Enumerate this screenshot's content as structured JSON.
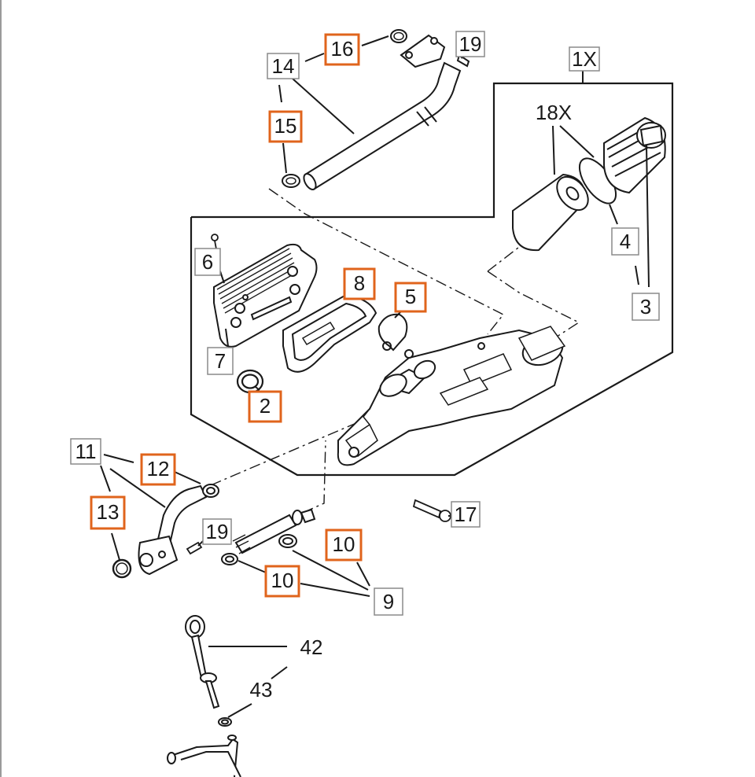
{
  "colors": {
    "line": "#1a1a1a",
    "label_box": "#8a8a8a",
    "highlight": "#e0641c",
    "background": "#ffffff"
  },
  "callouts": {
    "c1x": "1X",
    "c18x": "18X",
    "c2": "2",
    "c3": "3",
    "c4": "4",
    "c5": "5",
    "c6": "6",
    "c7": "7",
    "c8": "8",
    "c9": "9",
    "c10a": "10",
    "c10b": "10",
    "c11": "11",
    "c12": "12",
    "c13": "13",
    "c14": "14",
    "c15": "15",
    "c16": "16",
    "c17": "17",
    "c19a": "19",
    "c19b": "19",
    "c42": "42",
    "c43": "43"
  },
  "highlighted_parts": [
    "2",
    "5",
    "8",
    "10",
    "12",
    "13",
    "15",
    "16"
  ]
}
